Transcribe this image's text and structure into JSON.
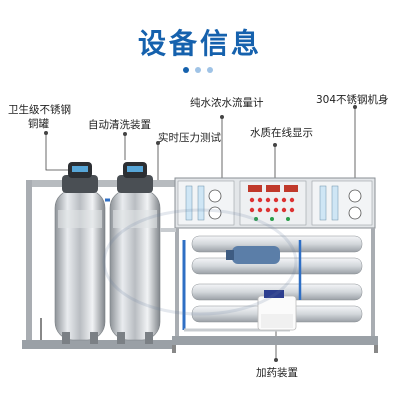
{
  "header": {
    "title": "设备信息",
    "dots": [
      {
        "color": "#1561ad",
        "active": true
      },
      {
        "color": "#9fc3e6",
        "active": false
      },
      {
        "color": "#9fc3e6",
        "active": false
      }
    ]
  },
  "callouts": {
    "tank_line1": "卫生级不锈钢",
    "tank_line2": "铜罐",
    "auto_clean": "自动清洗装置",
    "pressure_test": "实时压力测试",
    "flow_meter": "纯水浓水流量计",
    "body_material": "304不锈钢机身",
    "water_quality": "水质在线显示",
    "dosing": "加药装置"
  },
  "colors": {
    "accent": "#1561ad",
    "steel": "#c9ccd0",
    "pipe_blue": "#2f6fc4"
  }
}
